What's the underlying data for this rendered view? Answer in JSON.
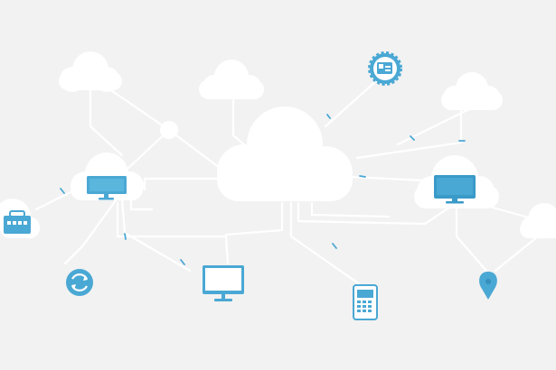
{
  "colors": {
    "background": "#f2f2f2",
    "cloud": "#ffffff",
    "connector": "#ffffff",
    "accent": "#4aa8d4",
    "accent_dark": "#2f88b5"
  },
  "nodes": [
    {
      "id": "central-cloud",
      "icon": "cloud-icon"
    },
    {
      "id": "top-left-cloud",
      "icon": "cloud-icon"
    },
    {
      "id": "top-middle-cloud",
      "icon": "cloud-icon"
    },
    {
      "id": "right-cloud",
      "icon": "cloud-icon"
    },
    {
      "id": "far-right-cloud",
      "icon": "cloud-icon"
    },
    {
      "id": "left-monitor-cloud",
      "icon": "monitor-icon"
    },
    {
      "id": "right-monitor-cloud",
      "icon": "monitor-icon"
    },
    {
      "id": "left-edge-cloud",
      "icon": "briefcase-icon"
    },
    {
      "id": "gear-node",
      "icon": "gear-icon"
    },
    {
      "id": "sync-node",
      "icon": "sync-icon"
    },
    {
      "id": "bottom-monitor",
      "icon": "monitor-icon"
    },
    {
      "id": "tablet-node",
      "icon": "tablet-icon"
    },
    {
      "id": "location-node",
      "icon": "location-pin-icon"
    }
  ]
}
